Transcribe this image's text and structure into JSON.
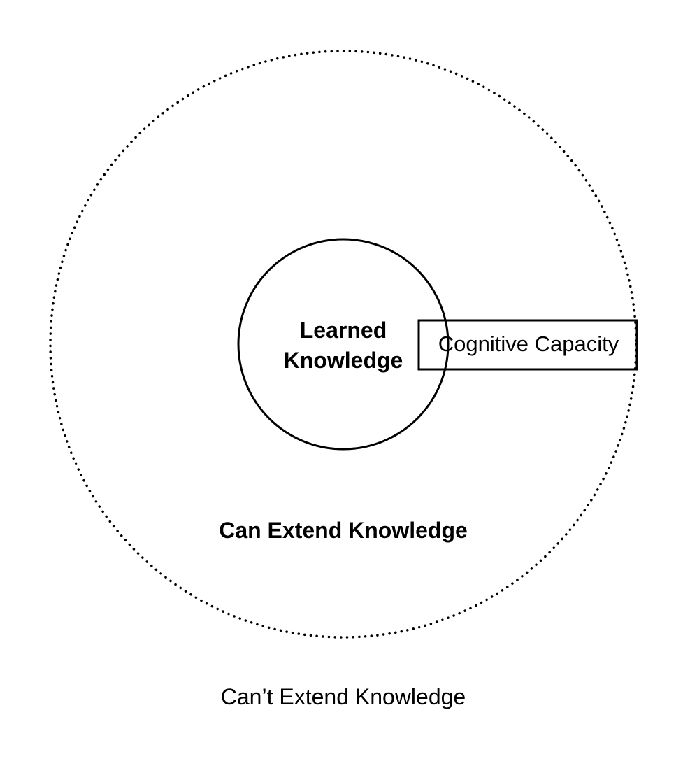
{
  "diagram": {
    "outer_region_label": "Can Extend Knowledge",
    "outside_label": "Can’t Extend Knowledge",
    "inner_circle_label": {
      "line1": "Learned",
      "line2": "Knowledge"
    },
    "box_label": "Cognitive Capacity",
    "colors": {
      "stroke": "#000000",
      "background": "#ffffff",
      "text": "#000000"
    }
  }
}
